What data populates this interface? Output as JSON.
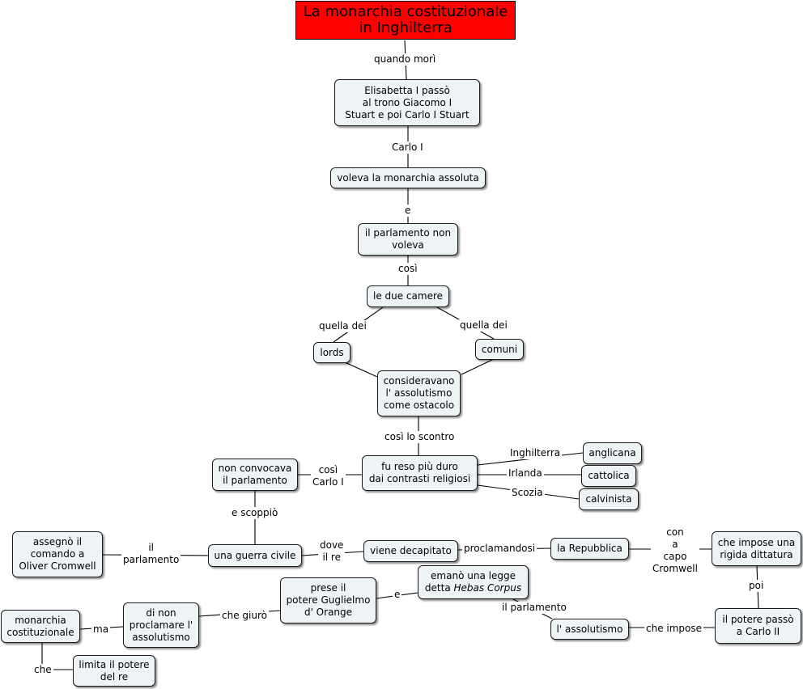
{
  "title": "La monarchia costituzionale\nin Inghilterra",
  "nodes": {
    "elisabetta": "Elisabetta I passò\nal trono Giacomo I\nStuart e poi Carlo I Stuart",
    "monarchia_assoluta": "voleva la monarchia assoluta",
    "parlamento_non": "il parlamento non\nvoleva",
    "due_camere": "le due camere",
    "lords": "lords",
    "comuni": "comuni",
    "consideravano": "consideravano\nl' assolutismo\ncome ostacolo",
    "fu_reso": "fu reso più duro\ndai contrasti religiosi",
    "anglicana": "anglicana",
    "cattolica": "cattolica",
    "calvinista": "calvinista",
    "non_convocava": "non convocava\nil parlamento",
    "guerra_civile": "una guerra civile",
    "assegno": "assegnò il\ncomando a\nOliver Cromwell",
    "decapitato": "viene decapitato",
    "repubblica": "la Repubblica",
    "dittatura": "che impose una\nrigida dittatura",
    "potere_carlo2": "il potere passò\na Carlo II",
    "assolutismo": "l' assolutismo",
    "emano_prefix": "emanò una legge\ndetta ",
    "emano_italic": "Hebas Corpus",
    "prese_potere": "prese il\npotere Guglielmo\nd' Orange",
    "di_non": "di non\nproclamare l'\nassolutismo",
    "monarchia_cost": "monarchia\ncostituzionale",
    "limita": "limita il potere\ndel re"
  },
  "labels": {
    "quando_mori": "quando morì",
    "carlo_i": "Carlo I",
    "e1": "e",
    "cosi1": "così",
    "quella_dei_1": "quella dei",
    "quella_dei_2": "quella dei",
    "cosi_lo_scontro": "così lo scontro",
    "inghilterra": "Inghilterra",
    "irlanda": "Irlanda",
    "scozia": "Scozia",
    "cosi_carlo": "così\nCarlo I",
    "e_scoppio": "e scoppiò",
    "il_parlamento_left": "il\nparlamento",
    "dove_il_re": "dove\nil re",
    "proclamandosi": "proclamandosi",
    "con_a_capo": "con\na\ncapo\nCromwell",
    "poi": "poi",
    "che_impose": "che impose",
    "il_parlamento_right": "il parlamento",
    "e2": "e",
    "che_giuro": "che giurò",
    "ma": "ma",
    "che": "che"
  }
}
